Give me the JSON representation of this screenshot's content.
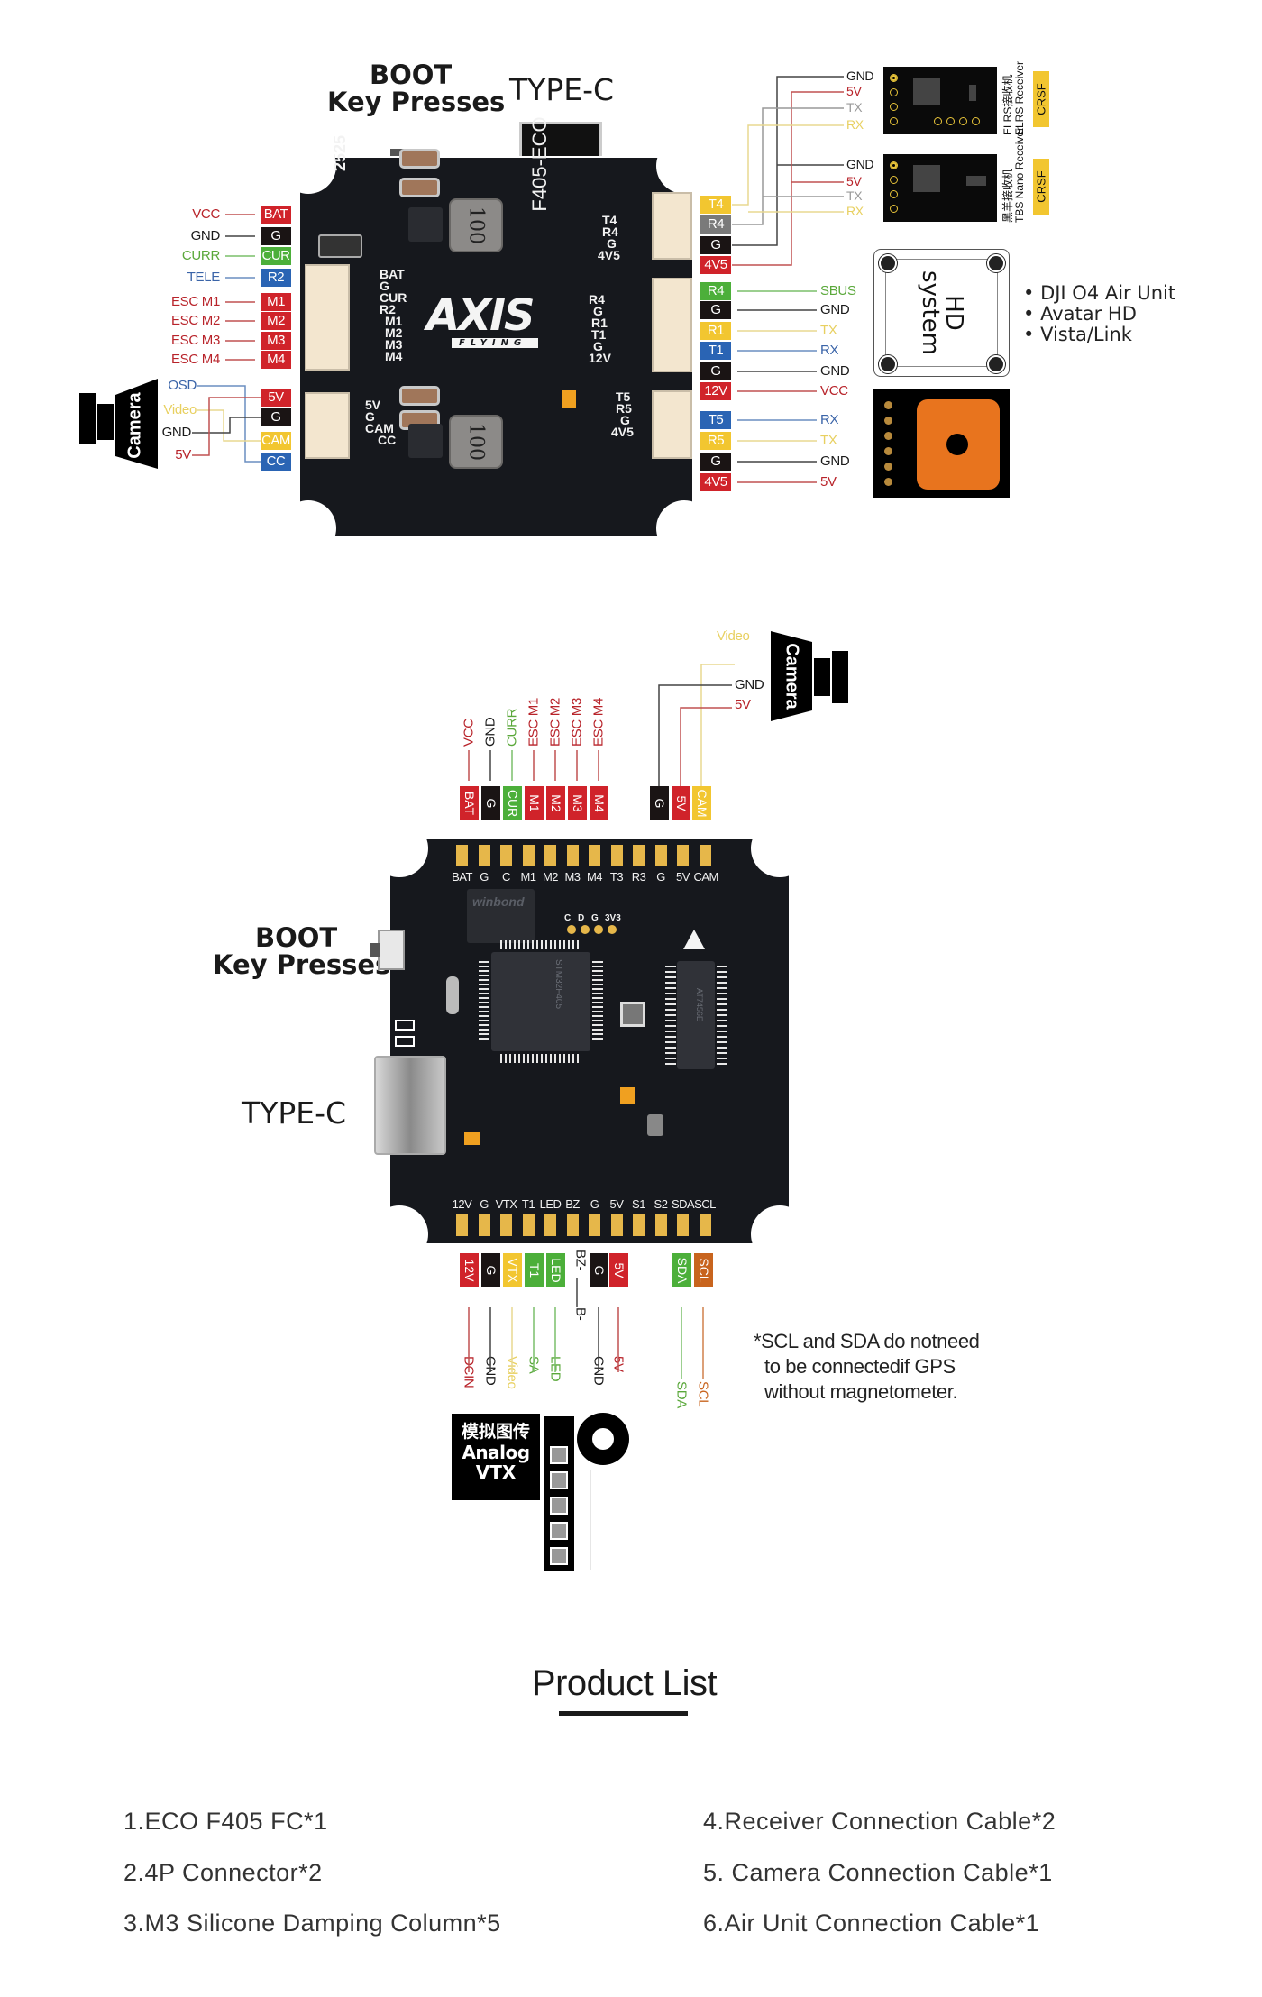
{
  "colors": {
    "red": "#d0232a",
    "black": "#1a1414",
    "green": "#4caf3a",
    "blue": "#2a64b4",
    "yellow": "#f2c630",
    "gray": "#7a7a7a",
    "orange": "#c8641e",
    "label_red": "#b8232a",
    "label_green": "#5aa83a",
    "label_blue": "#3a64a8",
    "label_yellow": "#e8d060",
    "label_gray": "#9a9a9a",
    "gps_orange": "#e8741e"
  },
  "top_diagram": {
    "boot_title": "BOOT",
    "boot_subtitle": "Key Presses",
    "typec_title": "TYPE-C",
    "board": {
      "model_text": "F405-ECO",
      "code_text": "2525",
      "logo_text": "AXIS",
      "logo_sub": "FLYING",
      "inductor_text": "100",
      "left_silk": [
        "BAT",
        "G",
        "CUR",
        "R2",
        "M1",
        "M2",
        "M3",
        "M4"
      ],
      "cam_silk": [
        "5V",
        "G",
        "CAM",
        "CC"
      ],
      "right_silk_1": [
        "T4",
        "R4",
        "G",
        "4V5"
      ],
      "right_silk_2": [
        "R4",
        "G",
        "R1",
        "T1",
        "G",
        "12V"
      ],
      "right_silk_3": [
        "T5",
        "R5",
        "G",
        "4V5"
      ]
    },
    "left_pins": [
      {
        "tag": "BAT",
        "label": "VCC",
        "color": "red"
      },
      {
        "tag": "G",
        "label": "GND",
        "color": "black"
      },
      {
        "tag": "CUR",
        "label": "CURR",
        "color": "green"
      },
      {
        "tag": "R2",
        "label": "TELE",
        "color": "blue"
      },
      {
        "tag": "M1",
        "label": "ESC M1",
        "color": "red"
      },
      {
        "tag": "M2",
        "label": "ESC M2",
        "color": "red"
      },
      {
        "tag": "M3",
        "label": "ESC M3",
        "color": "red"
      },
      {
        "tag": "M4",
        "label": "ESC M4",
        "color": "red"
      }
    ],
    "camera": {
      "label": "Camera",
      "wires": [
        {
          "label": "OSD",
          "color": "blue"
        },
        {
          "label": "Video",
          "color": "yellow"
        },
        {
          "label": "GND",
          "color": "black"
        },
        {
          "label": "5V",
          "color": "red"
        }
      ],
      "tags": [
        {
          "tag": "5V",
          "color": "red"
        },
        {
          "tag": "G",
          "color": "black"
        },
        {
          "tag": "CAM",
          "color": "yellow"
        },
        {
          "tag": "CC",
          "color": "blue"
        }
      ]
    },
    "receiver_port": {
      "tags": [
        {
          "tag": "T4",
          "color": "yellow"
        },
        {
          "tag": "R4",
          "color": "gray"
        },
        {
          "tag": "G",
          "color": "black"
        },
        {
          "tag": "4V5",
          "color": "red"
        }
      ]
    },
    "receivers": [
      {
        "name_cn": "ELRS接收机",
        "name_en": "ELRS Receiver",
        "protocol": "CRSF",
        "pins": [
          {
            "label": "GND",
            "color": "black"
          },
          {
            "label": "5V",
            "color": "red"
          },
          {
            "label": "TX",
            "color": "gray"
          },
          {
            "label": "RX",
            "color": "yellow"
          }
        ]
      },
      {
        "name_cn": "黑羊接收机",
        "name_en": "TBS Nano Receiver",
        "protocol": "CRSF",
        "pins": [
          {
            "label": "GND",
            "color": "black"
          },
          {
            "label": "5V",
            "color": "red"
          },
          {
            "label": "TX",
            "color": "gray"
          },
          {
            "label": "RX",
            "color": "yellow"
          }
        ]
      }
    ],
    "hd_port": [
      {
        "tag": "R4",
        "label": "SBUS",
        "tag_color": "green",
        "label_color": "green"
      },
      {
        "tag": "G",
        "label": "GND",
        "tag_color": "black",
        "label_color": "black"
      },
      {
        "tag": "R1",
        "label": "TX",
        "tag_color": "yellow",
        "label_color": "yellow"
      },
      {
        "tag": "T1",
        "label": "RX",
        "tag_color": "blue",
        "label_color": "blue"
      },
      {
        "tag": "G",
        "label": "GND",
        "tag_color": "black",
        "label_color": "black"
      },
      {
        "tag": "12V",
        "label": "VCC",
        "tag_color": "red",
        "label_color": "red"
      }
    ],
    "hd_system": {
      "label_line1": "HD",
      "label_line2": "system",
      "compatible": [
        "DJI O4 Air Unit",
        "Avatar HD",
        "Vista/Link"
      ]
    },
    "gps_port": [
      {
        "tag": "T5",
        "label": "RX",
        "tag_color": "blue",
        "label_color": "blue"
      },
      {
        "tag": "R5",
        "label": "TX",
        "tag_color": "yellow",
        "label_color": "yellow"
      },
      {
        "tag": "G",
        "label": "GND",
        "tag_color": "black",
        "label_color": "black"
      },
      {
        "tag": "4V5",
        "label": "5V",
        "tag_color": "red",
        "label_color": "red"
      }
    ]
  },
  "bottom_diagram": {
    "boot_title": "BOOT",
    "boot_subtitle": "Key Presses",
    "typec_title": "TYPE-C",
    "top_pads_silk": [
      "BAT",
      "G",
      "C",
      "M1",
      "M2",
      "M3",
      "M4",
      "T3",
      "R3",
      "G",
      "5V",
      "CAM"
    ],
    "bottom_pads_silk": [
      "12V",
      "G",
      "VTX",
      "T1",
      "LED",
      "BZ",
      "G",
      "5V",
      "S1",
      "S2",
      "SDA",
      "SCL"
    ],
    "debug_pads_silk": [
      "C",
      "D",
      "G",
      "3V3"
    ],
    "chip_texts": {
      "flash": "winbond",
      "mcu": "STM32F405",
      "osd": "AT7456E"
    },
    "top_pins": [
      {
        "tag": "BAT",
        "label": "VCC",
        "color": "red"
      },
      {
        "tag": "G",
        "label": "GND",
        "color": "black"
      },
      {
        "tag": "CUR",
        "label": "CURR",
        "color": "green"
      },
      {
        "tag": "M1",
        "label": "ESC M1",
        "color": "red"
      },
      {
        "tag": "M2",
        "label": "ESC M2",
        "color": "red"
      },
      {
        "tag": "M3",
        "label": "ESC M3",
        "color": "red"
      },
      {
        "tag": "M4",
        "label": "ESC M4",
        "color": "red"
      }
    ],
    "camera": {
      "label": "Camera",
      "wires": [
        {
          "label": "Video",
          "color": "yellow"
        },
        {
          "label": "GND",
          "color": "black"
        },
        {
          "label": "5V",
          "color": "red"
        }
      ],
      "tags": [
        {
          "tag": "G",
          "color": "black"
        },
        {
          "tag": "5V",
          "color": "red"
        },
        {
          "tag": "CAM",
          "color": "yellow"
        }
      ]
    },
    "bottom_pins": [
      {
        "tag": "12V",
        "label": "DCIN",
        "color": "red"
      },
      {
        "tag": "G",
        "label": "GND",
        "color": "black"
      },
      {
        "tag": "VTX",
        "label": "Video",
        "color": "yellow"
      },
      {
        "tag": "T1",
        "label": "SA",
        "color": "green"
      },
      {
        "tag": "LED",
        "label": "LED",
        "color": "green"
      },
      {
        "tag": "G",
        "label": "GND",
        "color": "black"
      },
      {
        "tag": "5V",
        "label": "5V",
        "color": "red"
      }
    ],
    "buzzer": {
      "tag": "BZ-",
      "label": "B-"
    },
    "i2c_pins": [
      {
        "tag": "SDA",
        "label": "SDA",
        "color": "green"
      },
      {
        "tag": "SCL",
        "label": "SCL",
        "color": "orange"
      }
    ],
    "note": [
      "*SCL and SDA do notneed",
      "to be connectedif GPS",
      "without magnetometer."
    ],
    "vtx": {
      "label_cn": "模拟图传",
      "label_en1": "Analog",
      "label_en2": "VTX"
    }
  },
  "product_list": {
    "title": "Product List",
    "items": [
      "1.ECO F405 FC*1",
      "2.4P Connector*2",
      "3.M3 Silicone Damping Column*5",
      "4.Receiver Connection Cable*2",
      "5. Camera Connection Cable*1",
      "6.Air Unit Connection Cable*1"
    ]
  }
}
